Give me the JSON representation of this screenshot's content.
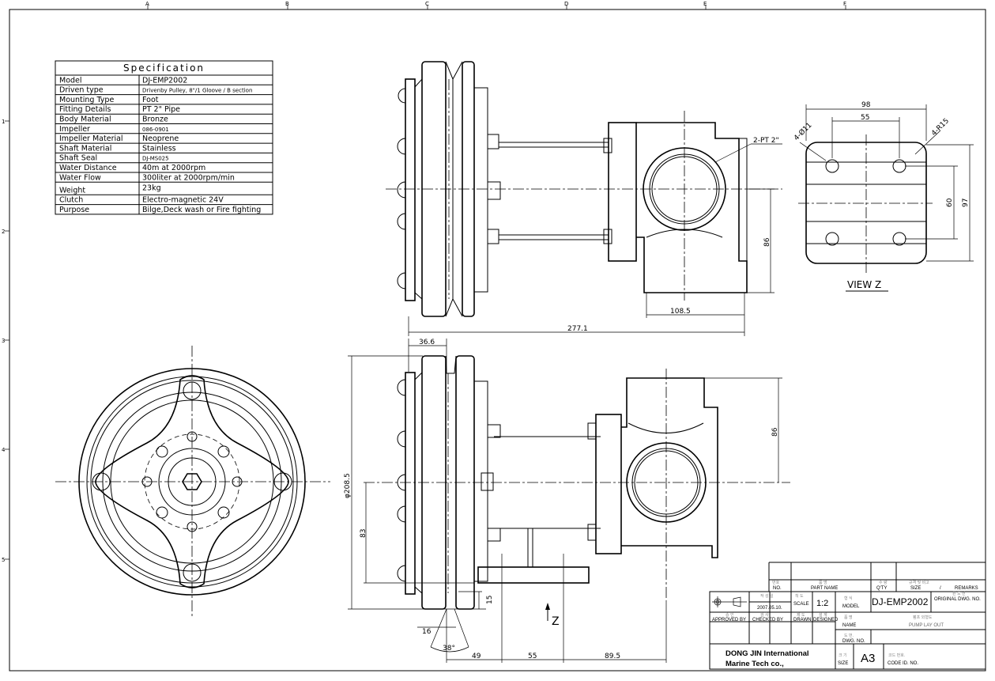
{
  "grid": {
    "columns": [
      "A",
      "B",
      "C",
      "D",
      "E",
      "F"
    ],
    "rows": [
      "1",
      "2",
      "3",
      "4",
      "5"
    ]
  },
  "spec": {
    "title": "Specification",
    "rows": [
      {
        "label": "Model",
        "value": "DJ-EMP2002"
      },
      {
        "label": "Driven type",
        "value": "Drivenby Pulley, 8\"/1 Gloove / B section"
      },
      {
        "label": "Mounting Type",
        "value": "Foot"
      },
      {
        "label": "Fitting Details",
        "value": "PT 2\" Pipe"
      },
      {
        "label": "Body Material",
        "value": "Bronze"
      },
      {
        "label": "Impeller",
        "value": "086-0901"
      },
      {
        "label": "Impeller Material",
        "value": "Neoprene"
      },
      {
        "label": "Shaft Material",
        "value": "Stainless"
      },
      {
        "label": "Shaft Seal",
        "value": "DJ-MS025"
      },
      {
        "label": "Water Distance",
        "value": "40m at 2000rpm"
      },
      {
        "label": "Water Flow",
        "value": "300liter at 2000rpm/min"
      },
      {
        "label": "Weight",
        "value": "23kg"
      },
      {
        "label": "Clutch",
        "value": "Electro-magnetic 24V"
      },
      {
        "label": "Purpose",
        "value": "Bilge,Deck wash or Fire fighting"
      }
    ]
  },
  "dimensions": {
    "overall_length": "277.1",
    "body_length": "108.5",
    "outlet_height_top": "86",
    "port_label": "2-PT 2\"",
    "pulley_width": "36.6",
    "pulley_dia": "φ208.5",
    "shaft_height": "83",
    "outlet_height_bottom": "86",
    "groove_depth": "15",
    "groove_width": "16",
    "groove_angle": "38°",
    "base_1": "49",
    "base_2": "55",
    "base_3": "89.5",
    "view_z_width": "98",
    "view_z_hole_pitch_x": "55",
    "view_z_hole_pitch_y": "60",
    "view_z_height": "97",
    "view_z_holes": "4-Ø11",
    "view_z_radius": "4-R15",
    "view_z_label": "VIEW Z",
    "z_arrow": "Z"
  },
  "title_block": {
    "no": "NO.",
    "no_kr": "번호",
    "part_name": "PART NAME",
    "part_name_kr": "품 명",
    "qty": "Q'TY",
    "qty_kr": "수 량",
    "size_remarks": [
      "SIZE",
      "/",
      "REMARKS"
    ],
    "size_remarks_kr": "규격  및  비고",
    "date_kr": "작 성 일",
    "date": "2007.05.10.",
    "scale_kr": "척 도",
    "scale_label": "SCALE",
    "scale": "1:2",
    "model_kr": "형 식",
    "model_label": "MODEL",
    "model": "DJ-EMP2002",
    "original_kr": "원 도 번",
    "original_label": "ORIGINAL DWG. NO.",
    "approved_kr": "승 인",
    "approved": "APPROVED BY",
    "checked_kr": "검 사",
    "checked": "CHECKED BY",
    "drawn_kr": "제 도",
    "drawn": "DRAWN",
    "designed_kr": "설 계",
    "designed": "DESIGNED",
    "name_kr": "품 명",
    "name_label": "NAME",
    "name_value_kr": "펌프 외형도",
    "name_value": "PUMP LAY OUT",
    "dwg_kr": "도 번.",
    "dwg_label": "DWG. NO.",
    "company_line1": "DONG JIN International",
    "company_line2": "Marine Tech co.,",
    "size_kr": "크 기",
    "size_label": "SIZE",
    "size": "A3",
    "code_kr": "코드 번호.",
    "code_label": "CODE ID. NO."
  }
}
